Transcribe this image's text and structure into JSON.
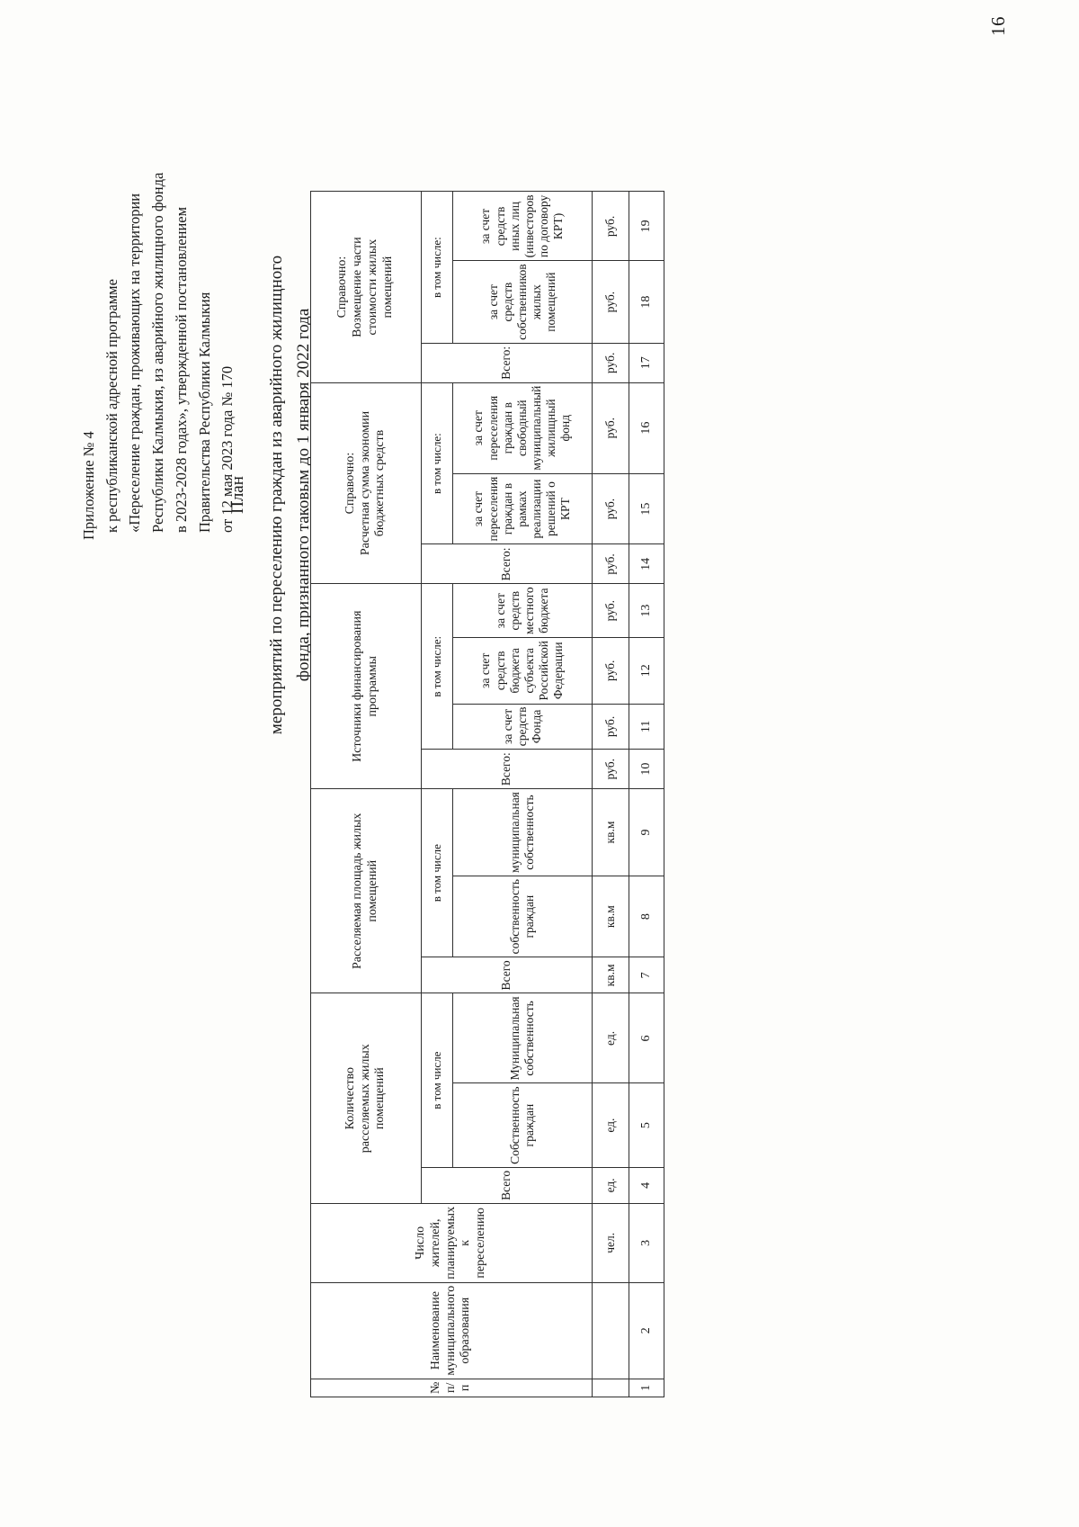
{
  "page": {
    "number": "16"
  },
  "header": {
    "lines": [
      "Приложение № 4",
      "к республиканской адресной программе",
      "«Переселение граждан, проживающих на территории",
      "Республики Калмыкия, из аварийного жилищного фонда",
      "в 2023-2028 годах», утвержденной постановлением",
      "Правительства Республики Калмыкия",
      "от 12 мая 2023 года № 170"
    ]
  },
  "title": {
    "line1": "План",
    "line2": "мероприятий по переселению граждан из аварийного жилищного",
    "line3": "фонда, признанного таковым до 1 января 2022 года"
  },
  "table": {
    "labels": {
      "in_total_colon": "в том числе:",
      "in_total": "в том числе",
      "total_colon": "Всего:",
      "total": "Всего"
    },
    "groups": [
      {
        "id": "numbering",
        "title": "№\nп/п",
        "colspan": 1
      },
      {
        "id": "municipality",
        "title": "Наименование\nмуниципального\nобразования",
        "colspan": 1
      },
      {
        "id": "residents",
        "title": "Число жителей, планируемых к переселению",
        "colspan": 1
      },
      {
        "id": "dwellings_count",
        "title": "Количество\nрасселяемых жилых\nпомещений",
        "colspan": 3
      },
      {
        "id": "dwellings_area",
        "title": "Расселяемая площадь жилых\nпомещений",
        "colspan": 3
      },
      {
        "id": "financing",
        "title": "Источники финансирования программы",
        "colspan": 4
      },
      {
        "id": "savings",
        "title": "Справочно:\nРасчетная сумма экономии\nбюджетных средств",
        "colspan": 3
      },
      {
        "id": "compensation",
        "title": "Справочно:\nВозмещение части\nстоимости жилых\nпомещений",
        "colspan": 3
      }
    ],
    "columns": [
      {
        "number": "1",
        "unit": "",
        "label": "№\nп/п",
        "group": "numbering"
      },
      {
        "number": "2",
        "unit": "",
        "label": "Наименование\nмуниципального\nобразования",
        "group": "municipality"
      },
      {
        "number": "3",
        "unit": "чел.",
        "label": "Число жителей, планируемых к переселению",
        "group": "residents"
      },
      {
        "number": "4",
        "unit": "ед.",
        "label": "Всего",
        "group": "dwellings_count"
      },
      {
        "number": "5",
        "unit": "ед.",
        "label": "Собственность граждан",
        "group": "dwellings_count"
      },
      {
        "number": "6",
        "unit": "ед.",
        "label": "Муниципальная собственность",
        "group": "dwellings_count"
      },
      {
        "number": "7",
        "unit": "кв.м",
        "label": "Всего",
        "group": "dwellings_area"
      },
      {
        "number": "8",
        "unit": "кв.м",
        "label": "собственность граждан",
        "group": "dwellings_area"
      },
      {
        "number": "9",
        "unit": "кв.м",
        "label": "муниципальная собственность",
        "group": "dwellings_area"
      },
      {
        "number": "10",
        "unit": "руб.",
        "label": "Всего:",
        "group": "financing"
      },
      {
        "number": "11",
        "unit": "руб.",
        "label": "за счет средств Фонда",
        "group": "financing"
      },
      {
        "number": "12",
        "unit": "руб.",
        "label": "за счет средств бюджета субъекта\nРоссийской Федерации",
        "group": "financing"
      },
      {
        "number": "13",
        "unit": "руб.",
        "label": "за счет средств местного бюджета",
        "group": "financing"
      },
      {
        "number": "14",
        "unit": "руб.",
        "label": "Всего:",
        "group": "savings"
      },
      {
        "number": "15",
        "unit": "руб.",
        "label": "за счет переселения граждан в\nрамках реализации решений о КРТ",
        "group": "savings"
      },
      {
        "number": "16",
        "unit": "руб.",
        "label": "за счет переселения граждан в\nсвободный муниципальный\nжилищный фонд",
        "group": "savings"
      },
      {
        "number": "17",
        "unit": "руб.",
        "label": "Всего:",
        "group": "compensation"
      },
      {
        "number": "18",
        "unit": "руб.",
        "label": "за счет средств собственников\nжилых помещений",
        "group": "compensation"
      },
      {
        "number": "19",
        "unit": "руб.",
        "label": "за счет средств иных лиц\n(инвесторов по договору КРТ)",
        "group": "compensation"
      }
    ]
  }
}
